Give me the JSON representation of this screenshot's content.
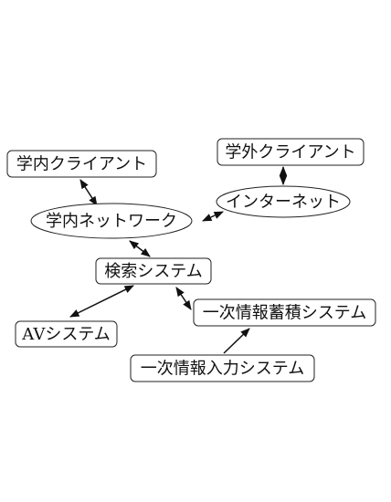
{
  "diagram": {
    "nodes": [
      {
        "id": "campus-client",
        "label": "学内クライアント",
        "shape": "rect"
      },
      {
        "id": "external-client",
        "label": "学外クライアント",
        "shape": "rect"
      },
      {
        "id": "internet",
        "label": "インターネット",
        "shape": "ellipse"
      },
      {
        "id": "campus-network",
        "label": "学内ネットワーク",
        "shape": "ellipse"
      },
      {
        "id": "search-system",
        "label": "検索システム",
        "shape": "rect"
      },
      {
        "id": "av-system",
        "label": "AVシステム",
        "shape": "rect"
      },
      {
        "id": "primary-storage-system",
        "label": "一次情報蓄積システム",
        "shape": "rect"
      },
      {
        "id": "primary-input-system",
        "label": "一次情報入力システム",
        "shape": "rect"
      }
    ],
    "edges": [
      {
        "from": "campus-client",
        "to": "campus-network",
        "direction": "both"
      },
      {
        "from": "external-client",
        "to": "internet",
        "direction": "both"
      },
      {
        "from": "campus-network",
        "to": "internet",
        "direction": "both"
      },
      {
        "from": "campus-network",
        "to": "search-system",
        "direction": "both"
      },
      {
        "from": "search-system",
        "to": "av-system",
        "direction": "both"
      },
      {
        "from": "search-system",
        "to": "primary-storage-system",
        "direction": "both"
      },
      {
        "from": "primary-input-system",
        "to": "primary-storage-system",
        "direction": "forward"
      }
    ]
  }
}
